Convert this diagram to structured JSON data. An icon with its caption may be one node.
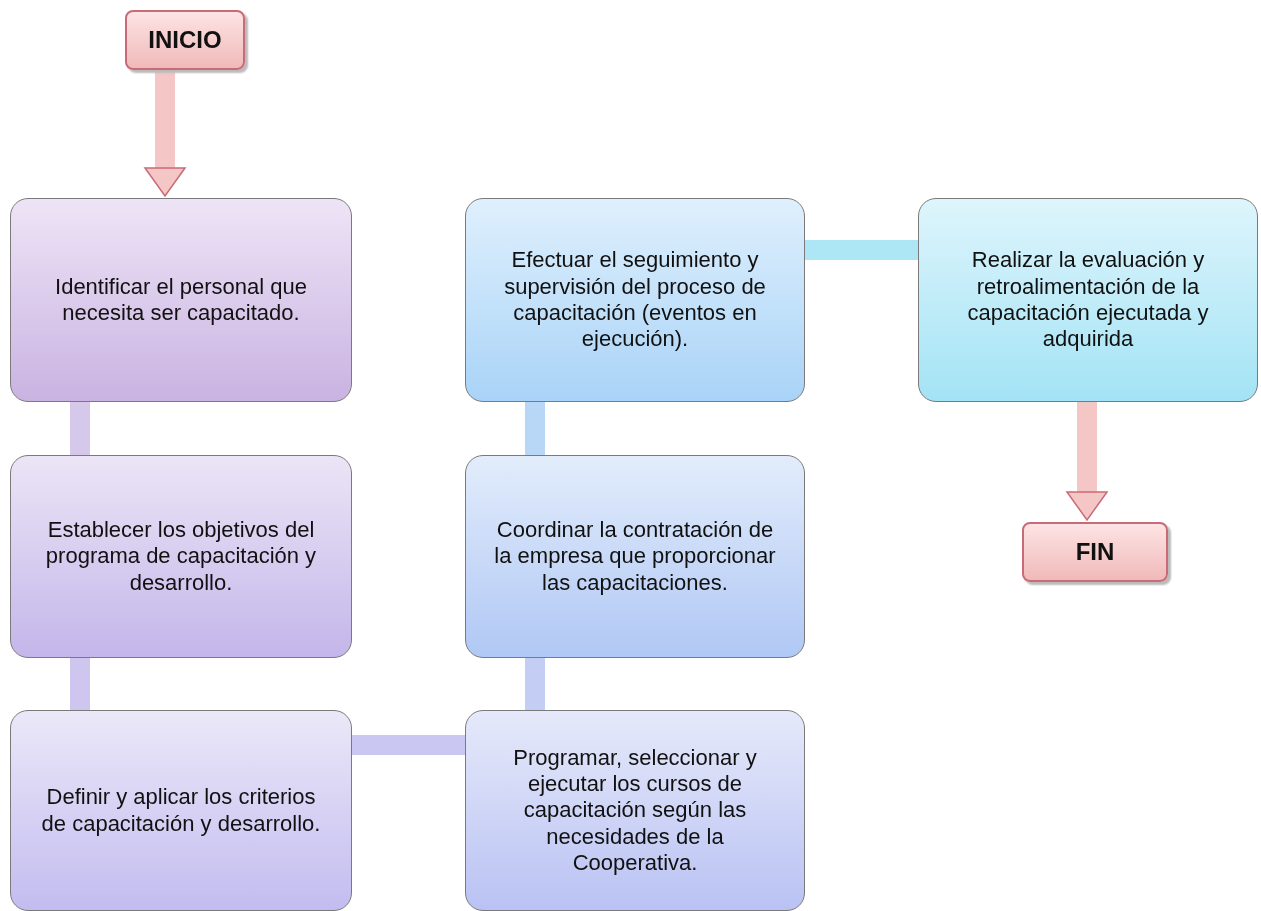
{
  "diagram": {
    "nodes": [
      {
        "text": [
          "INICIO"
        ]
      },
      {
        "text": [
          "Identificar el personal que necesita ser capacitado."
        ]
      },
      {
        "text": [
          "Establecer los objetivos del programa de capacitación y desarrollo."
        ]
      },
      {
        "text": [
          "Definir y aplicar los criterios de capacitación y desarrollo."
        ]
      },
      {
        "text": [
          "Programar, seleccionar y ejecutar los  cursos de capacitación según las necesidades de la Cooperativa."
        ]
      },
      {
        "text": [
          "Coordinar la contratación de la empresa que proporcionar las capacitaciones."
        ]
      },
      {
        "text": [
          "Efectuar el seguimiento y supervisión del proceso de capacitación (eventos en ejecución)."
        ]
      },
      {
        "text": [
          "Realizar la evaluación y retroalimentación de la capacitación ejecutada y adquirida"
        ]
      },
      {
        "text": [
          "FIN"
        ]
      }
    ],
    "edges": [
      {
        "from": 0,
        "to": 1,
        "arrow": "to",
        "color": "#f4c6c6"
      },
      {
        "from": 1,
        "to": 2,
        "arrow": "none",
        "color": "#d6c8ea"
      },
      {
        "from": 2,
        "to": 3,
        "arrow": "none",
        "color": "#cfc6ef"
      },
      {
        "from": 3,
        "to": 4,
        "arrow": "none",
        "color": "#cac8f3"
      },
      {
        "from": 4,
        "to": 5,
        "arrow": "none",
        "color": "#c4cef5"
      },
      {
        "from": 5,
        "to": 6,
        "arrow": "none",
        "color": "#b8d7f7"
      },
      {
        "from": 6,
        "to": 7,
        "arrow": "none",
        "color": "#ade6f4"
      },
      {
        "from": 7,
        "to": 8,
        "arrow": "to",
        "color": "#f4c6c6"
      }
    ]
  }
}
